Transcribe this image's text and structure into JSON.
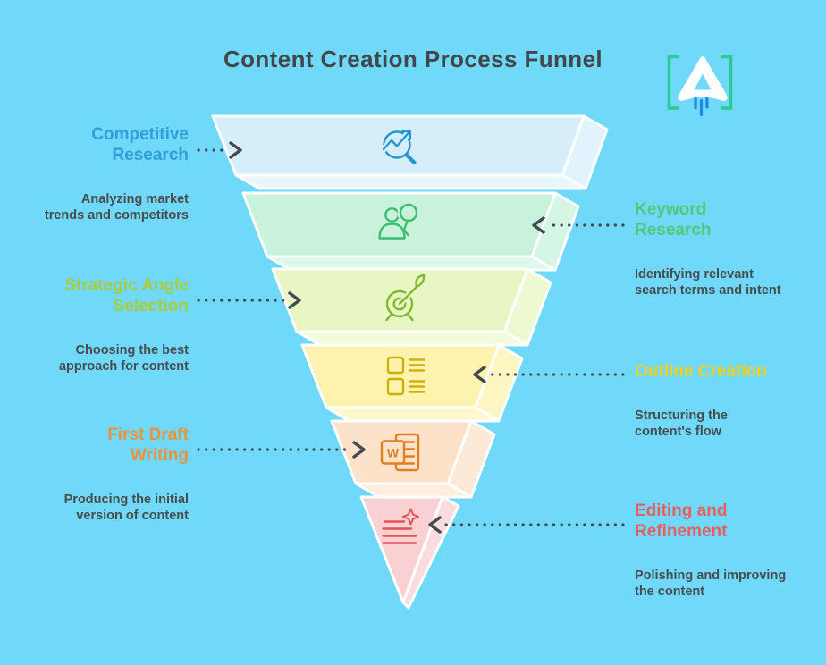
{
  "title": "Content Creation Process Funnel",
  "colors": {
    "background": "#70D9FA",
    "title_text": "#42474A",
    "description_text": "#474C4F",
    "arrow": "#424950",
    "funnel_stroke": "#FFFFFF"
  },
  "logo": {
    "bracket_color": "#2BCA92",
    "rocket_color": "#FFFFFF",
    "exhaust_color": "#1E88E5"
  },
  "stages": [
    {
      "title": "Competitive\nResearch",
      "description": "Analyzing market\ntrends and competitors",
      "side": "left",
      "accent": "#2E9FD9",
      "fill": "#D6EEFA",
      "fill_side": "#E1F3FC",
      "fill_lip": "#E9F7FD",
      "icon_color": "#2596D1",
      "icon": "trend-analysis-icon"
    },
    {
      "title": "Keyword\nResearch",
      "description": "Identifying relevant\nsearch terms and intent",
      "side": "right",
      "accent": "#52C87A",
      "fill": "#C8F2DC",
      "fill_side": "#D5F6E5",
      "fill_lip": "#DEF8EB",
      "icon_color": "#3DBE6C",
      "icon": "user-search-icon"
    },
    {
      "title": "Strategic Angle\nSelection",
      "description": "Choosing the best\napproach for content",
      "side": "left",
      "accent": "#A9CB3E",
      "fill": "#E8F6C3",
      "fill_side": "#EEF9D2",
      "fill_lip": "#F2FBDC",
      "icon_color": "#7FB92E",
      "icon": "target-dart-icon"
    },
    {
      "title": "Outline Creation",
      "description": "Structuring the\ncontent's flow",
      "side": "right",
      "accent": "#F2CF1E",
      "fill": "#FDF3AE",
      "fill_side": "#FDF6C3",
      "fill_lip": "#FEF8CF",
      "icon_color": "#CDB10B",
      "icon": "outline-list-icon"
    },
    {
      "title": "First Draft\nWriting",
      "description": "Producing the initial\nversion of content",
      "side": "left",
      "accent": "#E6943F",
      "fill": "#FBE2C9",
      "fill_side": "#FCE9D7",
      "fill_lip": "#FDEEE0",
      "icon_color": "#E07E22",
      "icon_letter": "W",
      "icon": "word-doc-icon"
    },
    {
      "title": "Editing and\nRefinement",
      "description": "Polishing and improving\nthe content",
      "side": "right",
      "accent": "#E55F5F",
      "fill": "#FAD1D3",
      "fill_side": "#FBDCDE",
      "fill_lip": "#FCE3E5",
      "icon_color": "#E25454",
      "icon": "edit-sparkle-icon"
    }
  ]
}
